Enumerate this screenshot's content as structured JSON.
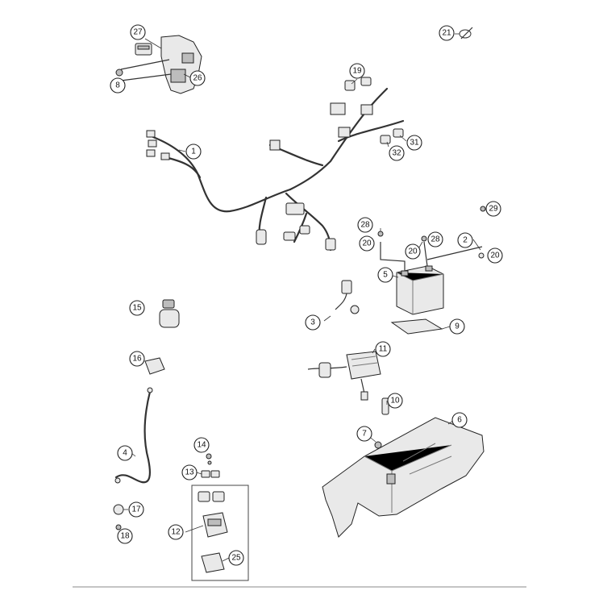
{
  "callouts": [
    {
      "id": "c27",
      "label": "27"
    },
    {
      "id": "c8",
      "label": "8"
    },
    {
      "id": "c26",
      "label": "26"
    },
    {
      "id": "c21",
      "label": "21"
    },
    {
      "id": "c19",
      "label": "19"
    },
    {
      "id": "c1",
      "label": "1"
    },
    {
      "id": "c31",
      "label": "31"
    },
    {
      "id": "c32",
      "label": "32"
    },
    {
      "id": "c28a",
      "label": "28"
    },
    {
      "id": "c20a",
      "label": "20"
    },
    {
      "id": "c28b",
      "label": "28"
    },
    {
      "id": "c20b",
      "label": "20"
    },
    {
      "id": "c29",
      "label": "29"
    },
    {
      "id": "c2",
      "label": "2"
    },
    {
      "id": "c20c",
      "label": "20"
    },
    {
      "id": "c5",
      "label": "5"
    },
    {
      "id": "c15",
      "label": "15"
    },
    {
      "id": "c3",
      "label": "3"
    },
    {
      "id": "c9",
      "label": "9"
    },
    {
      "id": "c11",
      "label": "11"
    },
    {
      "id": "c16",
      "label": "16"
    },
    {
      "id": "c10",
      "label": "10"
    },
    {
      "id": "c6",
      "label": "6"
    },
    {
      "id": "c7",
      "label": "7"
    },
    {
      "id": "c4",
      "label": "4"
    },
    {
      "id": "c14",
      "label": "14"
    },
    {
      "id": "c13",
      "label": "13"
    },
    {
      "id": "c17",
      "label": "17"
    },
    {
      "id": "c12",
      "label": "12"
    },
    {
      "id": "c18",
      "label": "18"
    },
    {
      "id": "c25",
      "label": "25"
    }
  ]
}
